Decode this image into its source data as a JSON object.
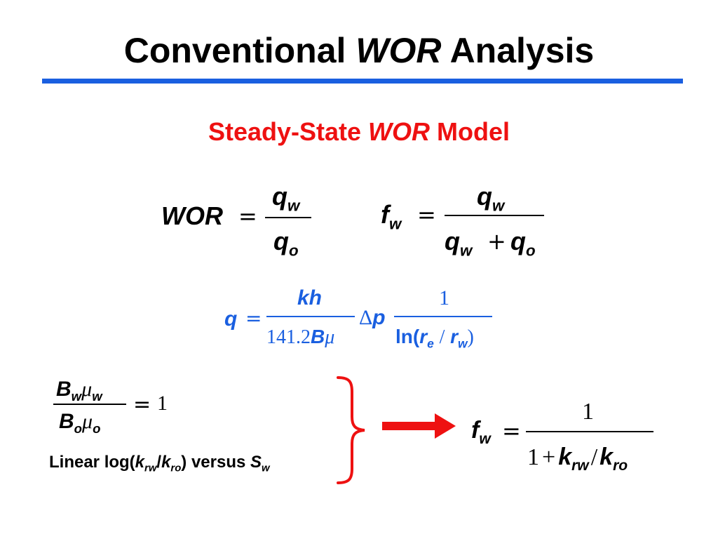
{
  "slide": {
    "title_part1": "Conventional",
    "title_italic": "WOR",
    "title_part2": "Analysis",
    "accent_color": "#1a5fe0",
    "subtitle_part1": "Steady-State",
    "subtitle_italic": "WOR",
    "subtitle_part2": "Model",
    "subtitle_color": "#ee1111"
  },
  "eq1": {
    "lhs": "WOR",
    "equals": "=",
    "num": "q",
    "num_sub": "w",
    "den": "q",
    "den_sub": "o"
  },
  "eq2": {
    "lhs": "f",
    "lhs_sub": "w",
    "equals": "=",
    "num": "q",
    "num_sub": "w",
    "den_a": "q",
    "den_a_sub": "w",
    "plus": "+",
    "den_b": "q",
    "den_b_sub": "o"
  },
  "eq3": {
    "lhs": "q",
    "equals": "=",
    "num1": "kh",
    "den1_const": "141.2",
    "den1_b": "B",
    "den1_mu": "μ",
    "delta": "Δ",
    "p": "p",
    "num2": "1",
    "den2_ln": "ln(",
    "den2_r": "r",
    "den2_r_sub": "e",
    "den2_slash": "/",
    "den2_r2": "r",
    "den2_r2_sub": "w",
    "den2_close": ")",
    "color": "#1a5fe0"
  },
  "eq4": {
    "num_b": "B",
    "num_b_sub": "w",
    "num_mu": "μ",
    "num_mu_sub": "w",
    "den_b": "B",
    "den_b_sub": "o",
    "den_mu": "μ",
    "den_mu_sub": "o",
    "equals": "=",
    "rhs": "1"
  },
  "note": {
    "prefix": "Linear log(",
    "k1": "k",
    "k1_sub": "rw",
    "slash": "/",
    "k2": "k",
    "k2_sub": "ro",
    "middle": ") versus ",
    "s": "S",
    "s_sub": "w"
  },
  "eq5": {
    "lhs": "f",
    "lhs_sub": "w",
    "equals": "=",
    "num": "1",
    "den_one": "1",
    "plus": "+",
    "k1": "k",
    "k1_sub": "rw",
    "slash": "/",
    "k2": "k",
    "k2_sub": "ro"
  },
  "arrow": {
    "color": "#ee1111"
  }
}
